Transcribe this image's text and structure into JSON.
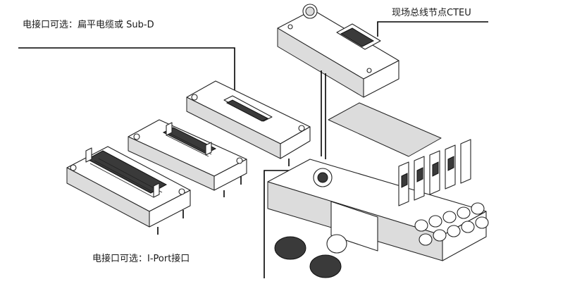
{
  "labels": {
    "connector_options": "电接口可选：扁平电缆或 Sub-D",
    "fieldbus_node": "现场总线节点CTEU",
    "iport_option": "电接口可选：I-Port接口"
  }
}
